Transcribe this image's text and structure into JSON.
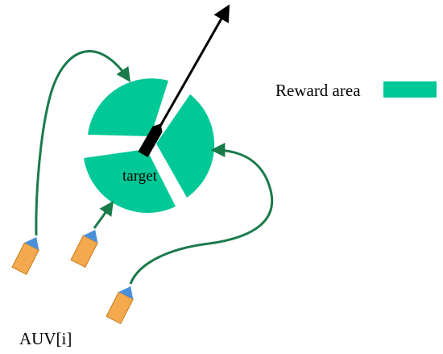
{
  "labels": {
    "target": "target",
    "auv": "AUV[i]",
    "legend": "Reward area"
  },
  "colors": {
    "reward": "#00c896",
    "path": "#1a7a4a",
    "auv_body": "#f5a94e",
    "auv_nose": "#4a90d9",
    "target": "#000000",
    "arrow": "#000000"
  },
  "icons": {
    "target": "target-vessel-icon",
    "auv": "auv-vehicle-icon"
  }
}
